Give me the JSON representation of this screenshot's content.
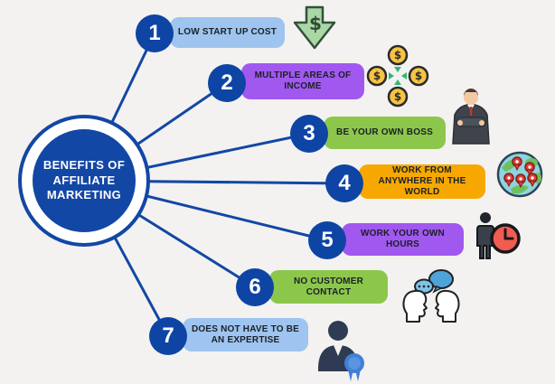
{
  "title": "Benefits of Affiliate Marketing infographic",
  "center": {
    "lines": [
      "BENEFITS OF",
      "AFFILIATE",
      "MARKETING"
    ]
  },
  "items": [
    {
      "number": "1",
      "label": "LOW START UP COST",
      "color": "#9ec4ef",
      "icon": "money-down-arrow-icon"
    },
    {
      "number": "2",
      "label": "MULTIPLE AREAS OF INCOME",
      "color": "#a158ef",
      "icon": "multiple-income-coins-icon"
    },
    {
      "number": "3",
      "label": "BE YOUR OWN BOSS",
      "color": "#8cc74c",
      "icon": "businessman-icon"
    },
    {
      "number": "4",
      "label": "WORK FROM ANYWHERE IN THE WORLD",
      "color": "#f7a800",
      "icon": "globe-location-pins-icon"
    },
    {
      "number": "5",
      "label": "WORK YOUR OWN HOURS",
      "color": "#a158ef",
      "icon": "person-clock-icon"
    },
    {
      "number": "6",
      "label": "NO CUSTOMER CONTACT",
      "color": "#8cc74c",
      "icon": "conversation-faces-icon"
    },
    {
      "number": "7",
      "label": "DOES NOT HAVE TO BE AN EXPERTISE",
      "color": "#9ec4ef",
      "icon": "certified-person-icon"
    }
  ],
  "colors": {
    "primary_blue": "#1347a5",
    "number_circle_blue": "#0e44a4",
    "background": "#f3f2f0",
    "bar_text": "#1b2026"
  }
}
